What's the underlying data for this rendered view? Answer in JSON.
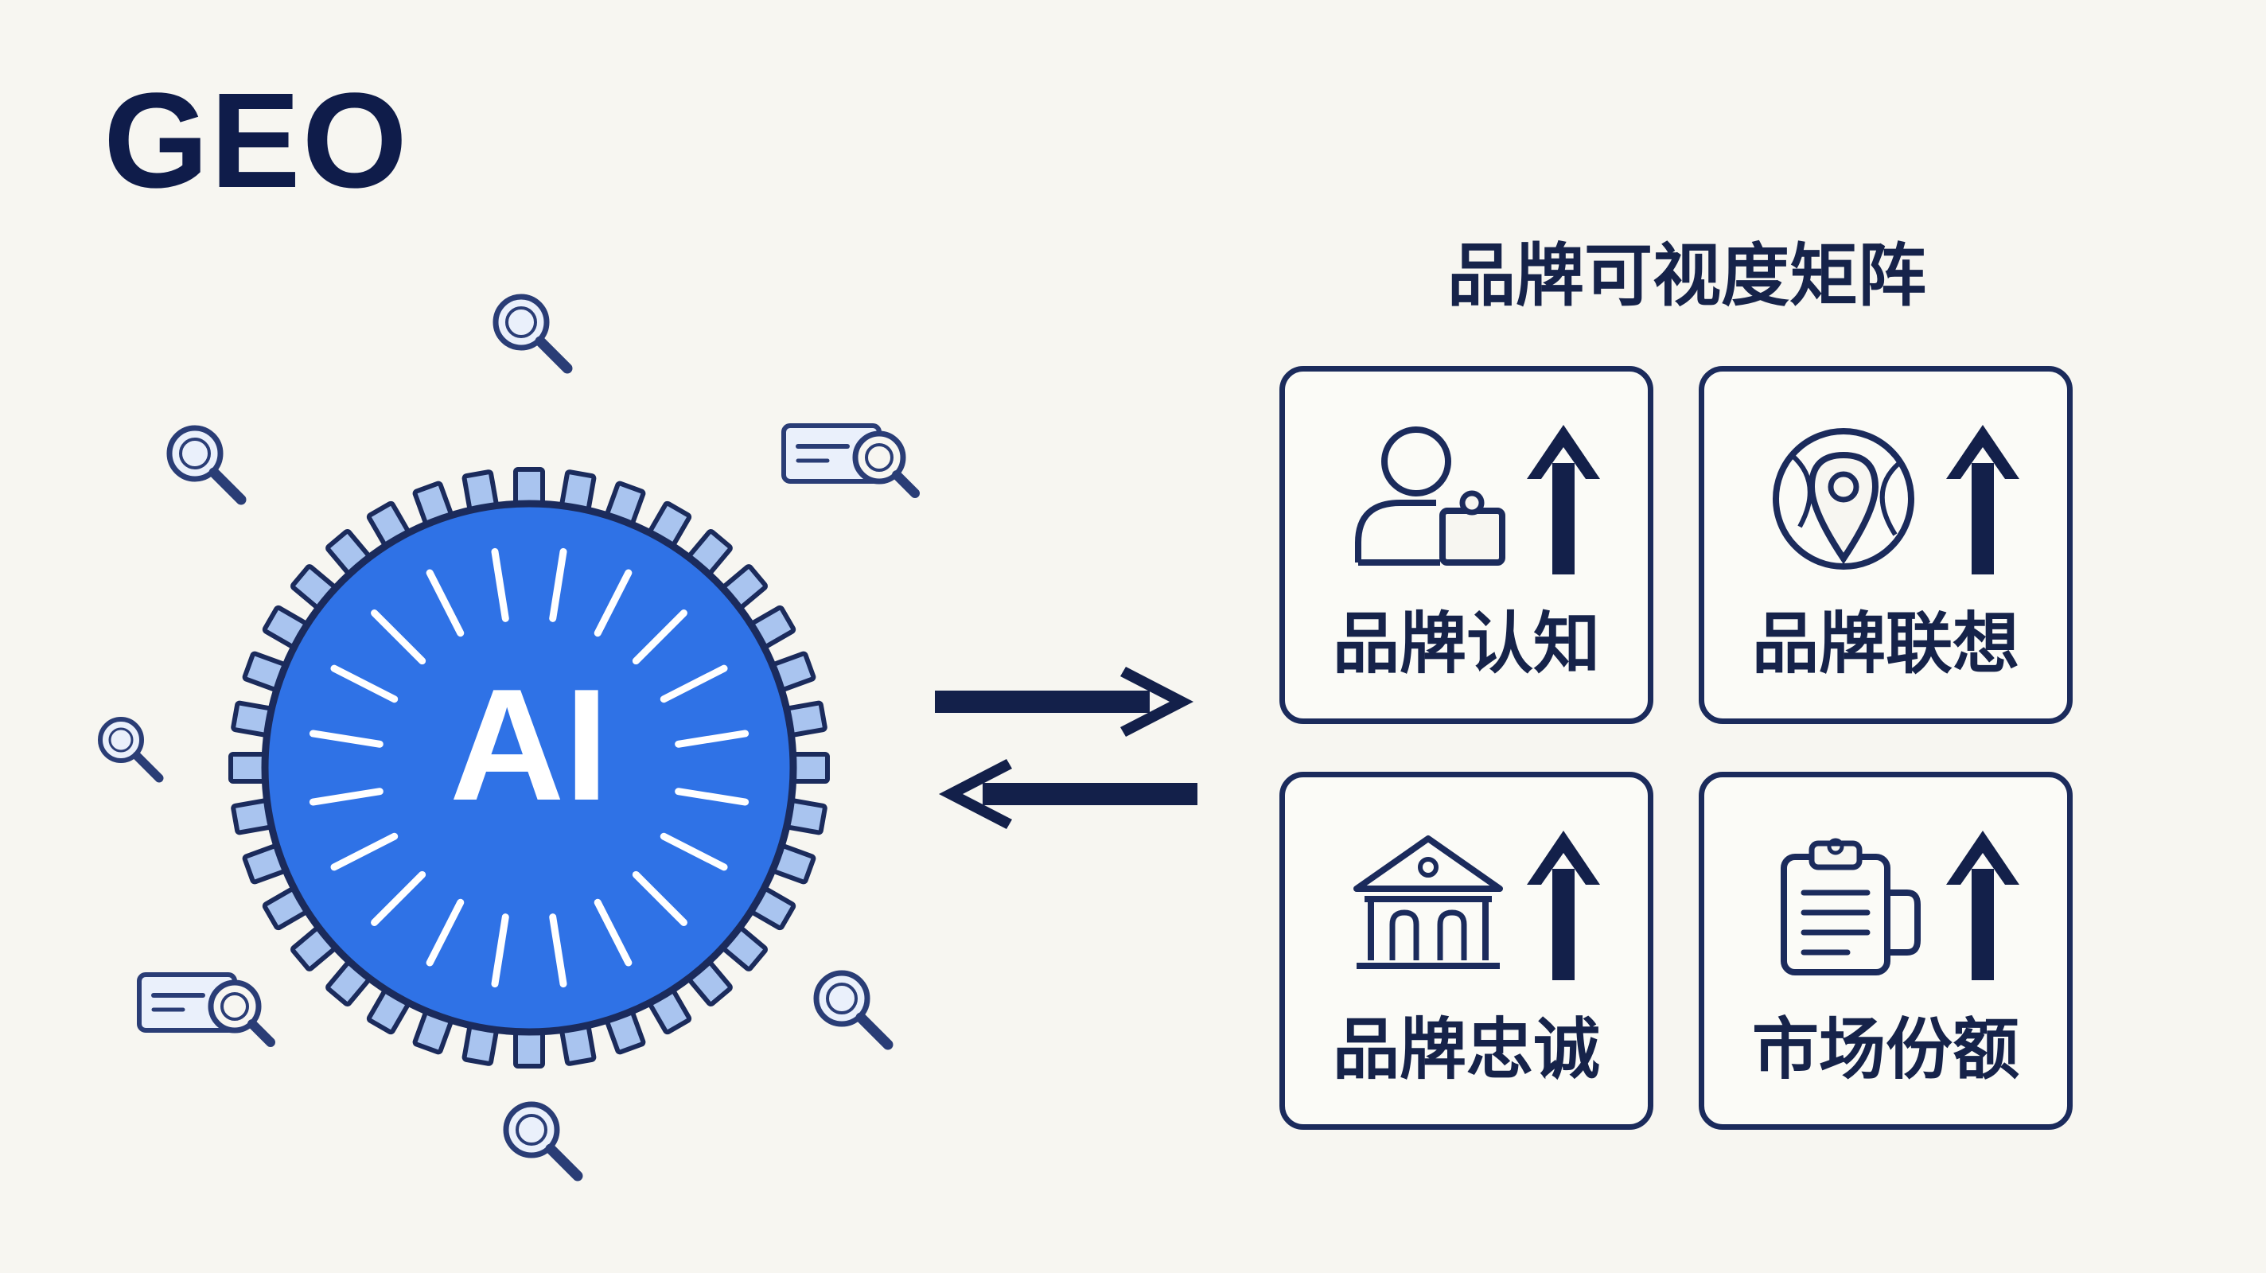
{
  "title": "GEO",
  "hub": {
    "label": "AI",
    "color": "#2f72e6",
    "ring_color": "#a9c4ef",
    "outline_color": "#1b2b5c"
  },
  "matrix": {
    "title": "品牌可视度矩阵",
    "cards": [
      {
        "label": "品牌认知",
        "icon": "person-badge-icon",
        "trend": "up"
      },
      {
        "label": "品牌联想",
        "icon": "location-globe-icon",
        "trend": "up"
      },
      {
        "label": "品牌忠诚",
        "icon": "bank-building-icon",
        "trend": "up"
      },
      {
        "label": "市场份额",
        "icon": "clipboard-mug-icon",
        "trend": "up"
      }
    ]
  },
  "exchange": {
    "icon": "bidirectional-arrows-icon"
  },
  "search_icons": [
    "magnifier-icon",
    "search-bar-icon"
  ]
}
